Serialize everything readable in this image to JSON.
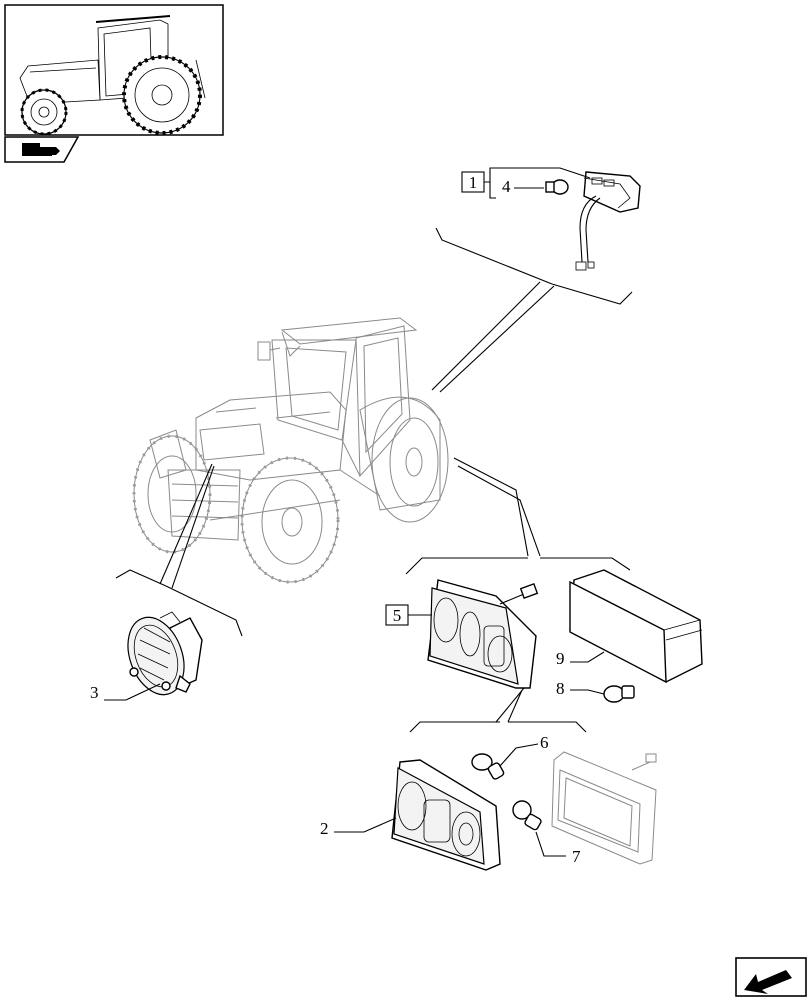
{
  "callouts": {
    "c1": "1",
    "c2": "2",
    "c3": "3",
    "c4": "4",
    "c5": "5",
    "c6": "6",
    "c7": "7",
    "c8": "8",
    "c9": "9"
  },
  "icons": {
    "thumbnail": "tractor-thumbnail-icon",
    "section_tab": "section-tab-icon",
    "nav_arrow": "back-arrow-icon"
  }
}
